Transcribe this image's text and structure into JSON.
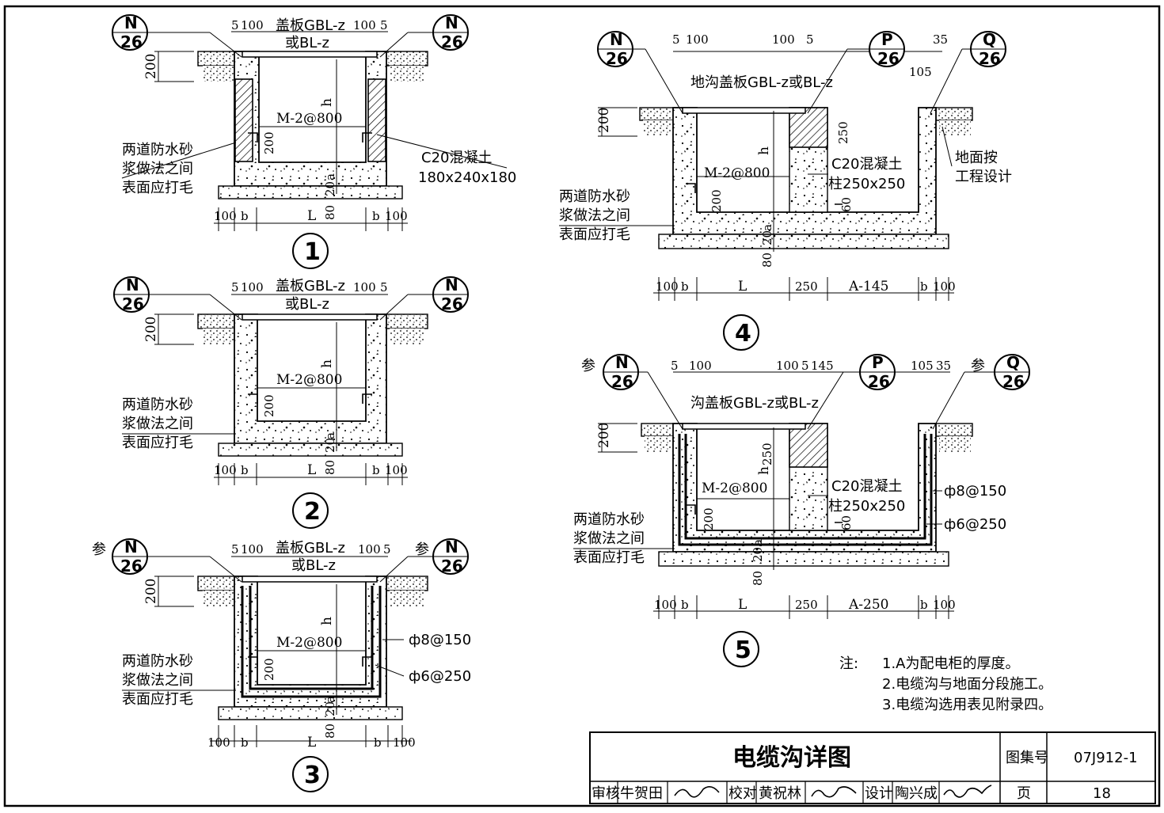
{
  "details": [
    {
      "number": "1",
      "cover_label": "盖板GBL-z",
      "cover_label2": "或BL-z",
      "dims_top": [
        "5",
        "100",
        "100",
        "5"
      ],
      "ref_left": {
        "top": "N",
        "bottom": "26"
      },
      "ref_right": {
        "top": "N",
        "bottom": "26"
      },
      "rebar": "M-2@800",
      "h": "h",
      "depth200": "200",
      "slab200": "200",
      "dim_a": "a",
      "dim_20": "20",
      "dim_80": "80",
      "dims_bottom": [
        "100",
        "b",
        "L",
        "b",
        "100"
      ],
      "note_lines": [
        "两道防水砂",
        "浆做法之间",
        "表面应打毛"
      ],
      "column_label": "C20混凝土",
      "column_size": "180x240x180",
      "ref_prefix": ""
    },
    {
      "number": "2",
      "cover_label": "盖板GBL-z",
      "cover_label2": "或BL-z",
      "dims_top": [
        "5",
        "100",
        "100",
        "5"
      ],
      "ref_left": {
        "top": "N",
        "bottom": "26"
      },
      "ref_right": {
        "top": "N",
        "bottom": "26"
      },
      "rebar": "M-2@800",
      "h": "h",
      "depth200": "200",
      "slab200": "200",
      "dim_a": "a",
      "dim_20": "20",
      "dim_80": "80",
      "dims_bottom": [
        "100",
        "b",
        "L",
        "b",
        "100"
      ],
      "note_lines": [
        "两道防水砂",
        "浆做法之间",
        "表面应打毛"
      ]
    },
    {
      "number": "3",
      "cover_label": "盖板GBL-z",
      "cover_label2": "或BL-z",
      "dims_top": [
        "5",
        "100",
        "100",
        "5"
      ],
      "ref_left": {
        "top": "N",
        "bottom": "26"
      },
      "ref_right": {
        "top": "N",
        "bottom": "26"
      },
      "ref_prefix": "参",
      "rebar": "M-2@800",
      "h": "h",
      "depth200": "200",
      "slab200": "200",
      "dim_a": "a",
      "dim_20": "20",
      "dim_80": "80",
      "dims_bottom": [
        "100",
        "b",
        "L",
        "b",
        "100"
      ],
      "note_lines": [
        "两道防水砂",
        "浆做法之间",
        "表面应打毛"
      ],
      "bar1": "ф8@150",
      "bar2": "ф6@250"
    },
    {
      "number": "4",
      "cover_label": "地沟盖板GBL-z或BL-z",
      "dims_top": [
        "5",
        "100",
        "100",
        "5",
        "35",
        "105"
      ],
      "ref_n": {
        "top": "N",
        "bottom": "26"
      },
      "ref_p": {
        "top": "P",
        "bottom": "26"
      },
      "ref_q": {
        "top": "Q",
        "bottom": "26"
      },
      "rebar": "M-2@800",
      "h": "h",
      "depth200": "200",
      "slab200": "200",
      "dim250": "250",
      "dim60": "60",
      "dim_a": "a",
      "dim_20": "20",
      "dim_80": "80",
      "column_label": "C20混凝土",
      "column_size": "柱250x250",
      "ground_note": [
        "地面按",
        "工程设计"
      ],
      "dims_bottom": [
        "100",
        "b",
        "L",
        "250",
        "A-145",
        "b",
        "100"
      ],
      "note_lines": [
        "两道防水砂",
        "浆做法之间",
        "表面应打毛"
      ]
    },
    {
      "number": "5",
      "cover_label": "沟盖板GBL-z或BL-z",
      "dims_top": [
        "5",
        "100",
        "100",
        "5",
        "145",
        "105",
        "35"
      ],
      "ref_n": {
        "top": "N",
        "bottom": "26"
      },
      "ref_p": {
        "top": "P",
        "bottom": "26"
      },
      "ref_q": {
        "top": "Q",
        "bottom": "26"
      },
      "ref_prefix": "参",
      "rebar": "M-2@800",
      "h": "h",
      "depth200": "200",
      "slab200": "200",
      "dim250": "250",
      "dim60": "60",
      "dim_a": "a",
      "dim_20": "20",
      "dim_80": "80",
      "column_label": "C20混凝土",
      "column_size": "柱250x250",
      "bar1": "ф8@150",
      "bar2": "ф6@250",
      "dims_bottom": [
        "100",
        "b",
        "L",
        "250",
        "A-250",
        "b",
        "100"
      ],
      "note_lines": [
        "两道防水砂",
        "浆做法之间",
        "表面应打毛"
      ]
    }
  ],
  "notes": {
    "prefix": "注:",
    "items": [
      "1.A为配电柜的厚度。",
      "2.电缆沟与地面分段施工。",
      "3.电缆沟选用表见附录四。"
    ]
  },
  "title_block": {
    "title": "电缆沟详图",
    "atlas_label": "图集号",
    "atlas_number": "07J912-1",
    "review_label": "审核",
    "reviewer": "牛贺田",
    "check_label": "校对",
    "checker": "黄祝林",
    "design_label": "设计",
    "designer": "陶兴成",
    "page_label": "页",
    "page_number": "18"
  }
}
